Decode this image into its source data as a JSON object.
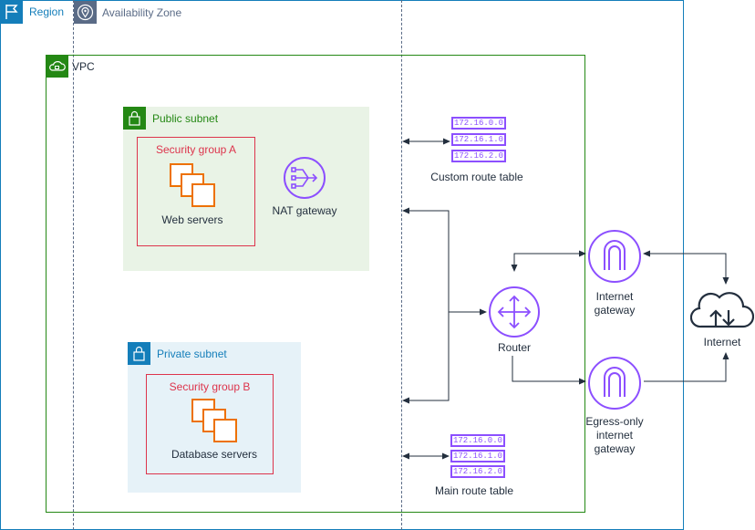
{
  "region": {
    "label": "Region",
    "color": "#147eba"
  },
  "availability_zone": {
    "label": "Availability Zone"
  },
  "vpc": {
    "label": "VPC",
    "color": "#248814"
  },
  "public_subnet": {
    "label": "Public subnet",
    "color": "#248814",
    "fill": "#e9f3e6"
  },
  "private_subnet": {
    "label": "Private subnet",
    "color": "#147eba",
    "fill": "#e6f2f8"
  },
  "security_group_a": {
    "label": "Security group A",
    "resource": "Web servers",
    "color": "#dd344c"
  },
  "security_group_b": {
    "label": "Security group B",
    "resource": "Database servers",
    "color": "#dd344c"
  },
  "nat_gateway": {
    "label": "NAT gateway"
  },
  "custom_route_table": {
    "label": "Custom route table",
    "entries": [
      "172.16.0.0",
      "172.16.1.0",
      "172.16.2.0"
    ]
  },
  "main_route_table": {
    "label": "Main route table",
    "entries": [
      "172.16.0.0",
      "172.16.1.0",
      "172.16.2.0"
    ]
  },
  "router": {
    "label": "Router"
  },
  "internet_gateway": {
    "label_line1": "Internet",
    "label_line2": "gateway"
  },
  "egress_gateway": {
    "label_line1": "Egress-only",
    "label_line2": "internet",
    "label_line3": "gateway"
  },
  "internet": {
    "label": "Internet"
  },
  "colors": {
    "network": "#8c4fff",
    "compute": "#ed7100",
    "text": "#232f3e"
  }
}
